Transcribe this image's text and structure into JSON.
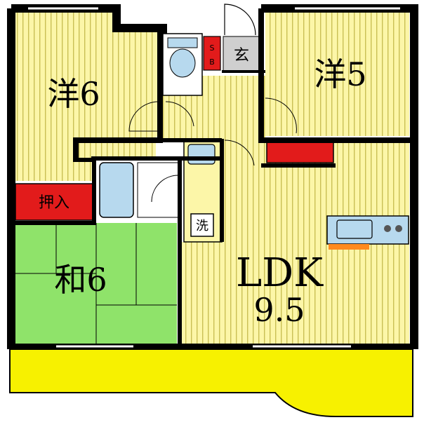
{
  "rooms": {
    "western_left": "洋6",
    "western_right": "洋5",
    "japanese": "和6",
    "ldk": "LDK",
    "ldk_size": "9.5",
    "entrance": "玄",
    "closet": "押入",
    "shoe_box": "S\nB",
    "shoe_box_top": "S",
    "shoe_box_bottom": "B",
    "laundry": "洗"
  },
  "colors": {
    "floor_yellow": "#fcf6a8",
    "floor_stripe": "#c9bf55",
    "tatami_green": "#8fe36a",
    "storage_red": "#e21b1b",
    "wall": "#000000",
    "balcony": "#f7f100",
    "wet_area_blue": "#b7d9ee",
    "entrance_gray": "#cfcfcf",
    "kitchen_orange": "#ff8a1f"
  }
}
